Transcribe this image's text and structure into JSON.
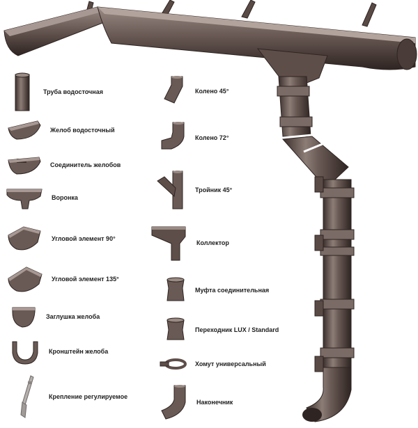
{
  "colors": {
    "pipe": "#6a5a55",
    "pipe_dark": "#3c302d",
    "pipe_light": "#9a8a84",
    "highlight": "#c2b4ae",
    "label": "#1e1e1e"
  },
  "parts_left": [
    {
      "label": "Труба водосточная",
      "icon": "downpipe-icon"
    },
    {
      "label": "Желоб водосточный",
      "icon": "gutter-icon"
    },
    {
      "label": "Соединитель желобов",
      "icon": "gutter-connector-icon"
    },
    {
      "label": "Воронка",
      "icon": "funnel-icon"
    },
    {
      "label": "Угловой элемент 90°",
      "icon": "corner-90-icon"
    },
    {
      "label": "Угловой элемент 135°",
      "icon": "corner-135-icon"
    },
    {
      "label": "Заглушка желоба",
      "icon": "end-cap-icon"
    },
    {
      "label": "Кронштейн желоба",
      "icon": "bracket-icon"
    },
    {
      "label": "Крепление регулируемое",
      "icon": "adjustable-mount-icon"
    }
  ],
  "parts_right": [
    {
      "label": "Колено 45°",
      "icon": "elbow-45-icon"
    },
    {
      "label": "Колено 72°",
      "icon": "elbow-72-icon"
    },
    {
      "label": "Тройник 45°",
      "icon": "tee-45-icon"
    },
    {
      "label": "Коллектор",
      "icon": "collector-icon"
    },
    {
      "label": "Муфта соединительная",
      "icon": "coupling-icon"
    },
    {
      "label": "Переходник LUX / Standard",
      "icon": "adapter-icon"
    },
    {
      "label": "Хомут универсальный",
      "icon": "pipe-clamp-icon"
    },
    {
      "label": "Наконечник",
      "icon": "outlet-icon"
    }
  ]
}
